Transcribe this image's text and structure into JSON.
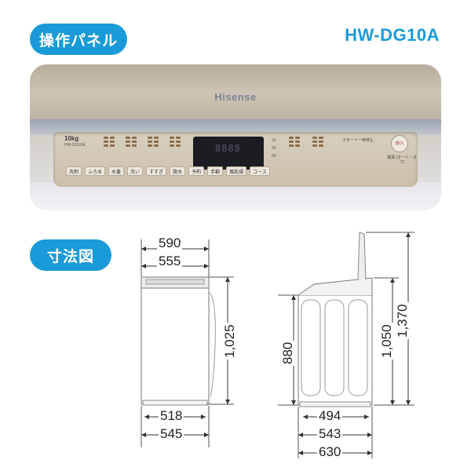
{
  "header": {
    "section_panel_label": "操作パネル",
    "model": "HW-DG10A",
    "section_dimensions_label": "寸法図"
  },
  "panel": {
    "brand": "Hisense",
    "capacity": "10kg",
    "capacity_sub": "HW-DG10A",
    "display_digits": "8888",
    "buttons": [
      "予約",
      "洗い",
      "すすぎ",
      "脱水",
      "手動",
      "風乾燥",
      "コース"
    ],
    "left_buttons": [
      "洗剤",
      "ふろ水",
      "水量"
    ],
    "start_label": "スタート一時停止",
    "power_button": "切/入",
    "power_label": "電源 (オート・オフ)",
    "top_readouts": [
      "10",
      "30",
      "60"
    ]
  },
  "dimensions": {
    "front": {
      "outer_width": "590",
      "inner_width": "555",
      "body_height": "1,025",
      "base_inner": "518",
      "base_outer": "545"
    },
    "side": {
      "height_to_top": "880",
      "lid_closed_height": "1,050",
      "lid_open_height": "1,370",
      "base_inner": "494",
      "base_mid": "543",
      "base_outer": "630"
    }
  },
  "colors": {
    "accent": "#1a9bd7"
  }
}
